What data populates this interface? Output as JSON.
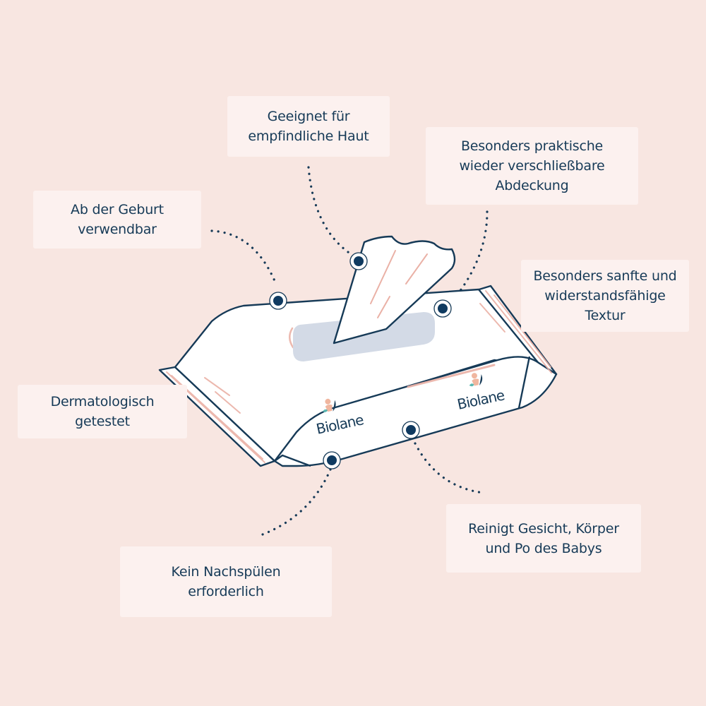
{
  "colors": {
    "background": "#f8e6e1",
    "callout_bg": "#fcf1ef",
    "text": "#163a57",
    "outline": "#163a57",
    "marker": "#0f3a60",
    "accent_pink": "#eab1a6",
    "window": "#d3dae6",
    "brand_teal": "#5cb8b2",
    "brand_peach": "#f0b69f"
  },
  "product": {
    "brand_front": "Biolane",
    "brand_side": "Biolane",
    "logo_icon": "baby-leaf-logo"
  },
  "callouts": [
    {
      "id": "sensitive-skin",
      "lines": [
        "Geeignet für",
        "empfindliche Haut"
      ]
    },
    {
      "id": "resealable-lid",
      "lines": [
        "Besonders praktische",
        "wieder verschließbare",
        "Abdeckung"
      ]
    },
    {
      "id": "from-birth",
      "lines": [
        "Ab der Geburt",
        "verwendbar"
      ]
    },
    {
      "id": "soft-texture",
      "lines": [
        "Besonders sanfte und",
        "widerstandsfähige",
        "Textur"
      ]
    },
    {
      "id": "dermatologically-tested",
      "lines": [
        "Dermatologisch",
        "getestet"
      ]
    },
    {
      "id": "no-rinse",
      "lines": [
        "Kein Nachspülen",
        "erforderlich"
      ]
    },
    {
      "id": "cleans-face-body",
      "lines": [
        "Reinigt Gesicht, Körper",
        "und Po des Babys"
      ]
    }
  ]
}
